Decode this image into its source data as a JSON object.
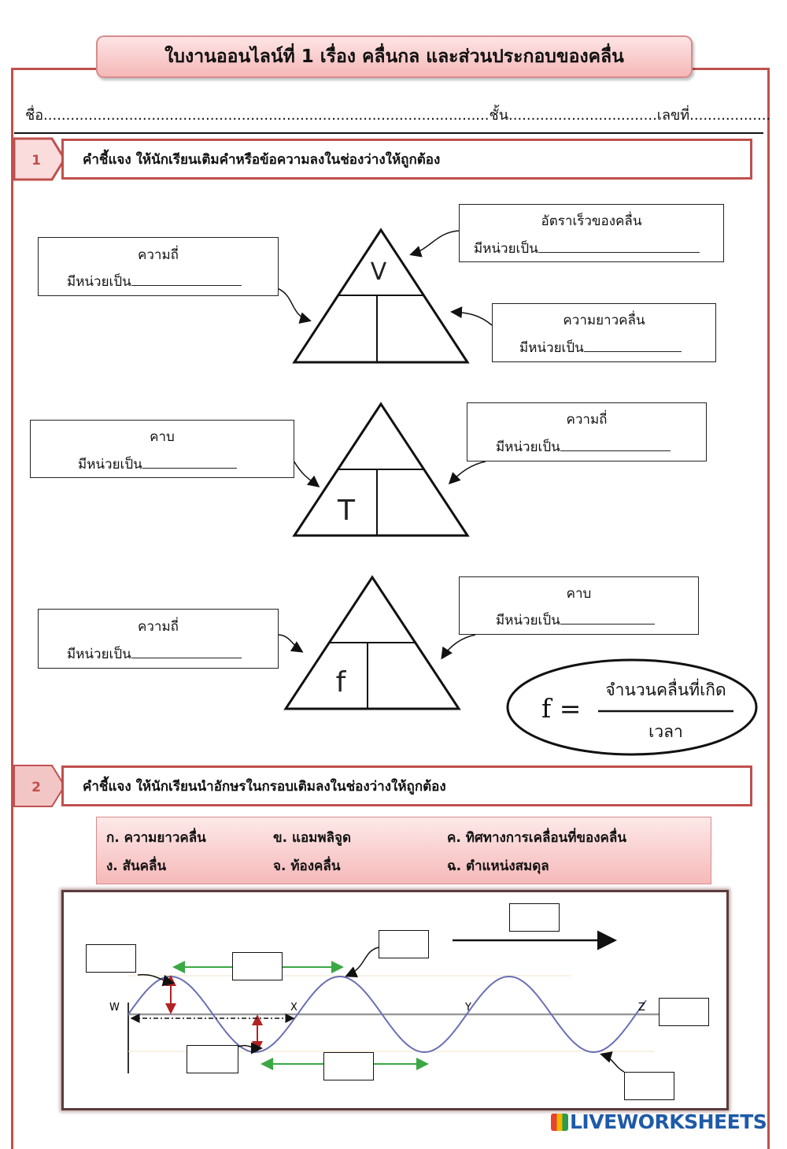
{
  "header": {
    "title": "ใบงานออนไลน์ที่ 1 เรื่อง คลื่นกล และส่วนประกอบของคลื่น",
    "name_line": "ชื่อ...................................................................................................ชั้น.................................เลขที่.................."
  },
  "section1": {
    "number": "1",
    "instruction": "คำชี้แจง ให้นักเรียนเติมคำหรือข้อความลงในช่องว่างให้ถูกต้อง",
    "unit_prefix": "มีหน่วยเป็น",
    "triangle1": {
      "symbol": "V",
      "box_left": "ความถี่",
      "box_top_right": "อัตราเร็วของคลื่น",
      "box_bottom_right": "ความยาวคลื่น"
    },
    "triangle2": {
      "symbol": "T",
      "box_left": "คาบ",
      "box_right": "ความถี่"
    },
    "triangle3": {
      "symbol": "f",
      "box_left": "ความถี่",
      "box_right": "คาบ"
    },
    "formula": {
      "lhs": "f =",
      "numerator": "จำนวนคลื่นที่เกิด",
      "denominator": "เวลา"
    }
  },
  "section2": {
    "number": "2",
    "instruction": "คำชี้แจง ให้นักเรียนนำอักษรในกรอบเติมลงในช่องว่างให้ถูกต้อง",
    "options": [
      "ก. ความยาวคลื่น",
      "ข. แอมพลิจูด",
      "ค. ทิศทางการเคลื่อนที่ของคลื่น",
      "ง. สันคลื่น",
      "จ. ท้องคลื่น",
      "ฉ. ตำแหน่งสมดุล"
    ],
    "points": [
      "W",
      "X",
      "Y",
      "Z"
    ]
  },
  "footer": {
    "logo_text": "LIVEWORKSHEETS"
  },
  "colors": {
    "accent": "#c0504d",
    "banner": "#f5b8b8",
    "wave": "#6a6fb5",
    "green_arrow": "#3aa845",
    "red_arrow": "#b22222"
  }
}
